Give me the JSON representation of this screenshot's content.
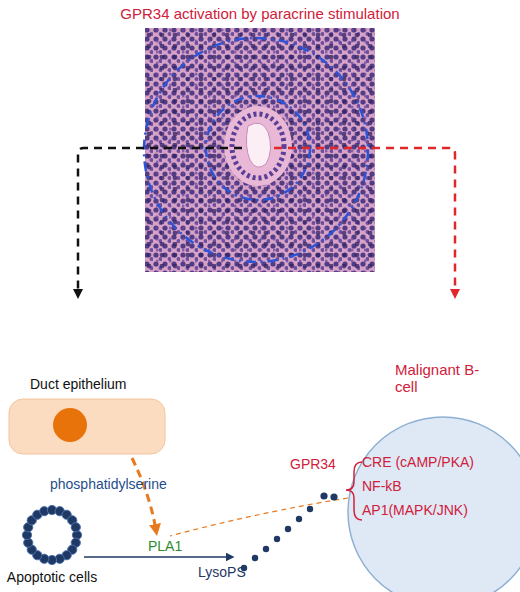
{
  "diagram": {
    "title": "GPR34 activation by paracrine stimulation",
    "nodes": [
      {
        "text": [
          "Duct epithelium"
        ]
      },
      {
        "text": [
          "Apoptotic cells"
        ]
      },
      {
        "text": [
          "Malignant B- cell",
          "CRE (cAMP/PKA)",
          "NF-kB",
          "AP1(MAPK/JNK)"
        ]
      }
    ],
    "labels": [
      "phosphatidylserine",
      "PLA1",
      "LysoPS",
      "GPR34"
    ]
  }
}
